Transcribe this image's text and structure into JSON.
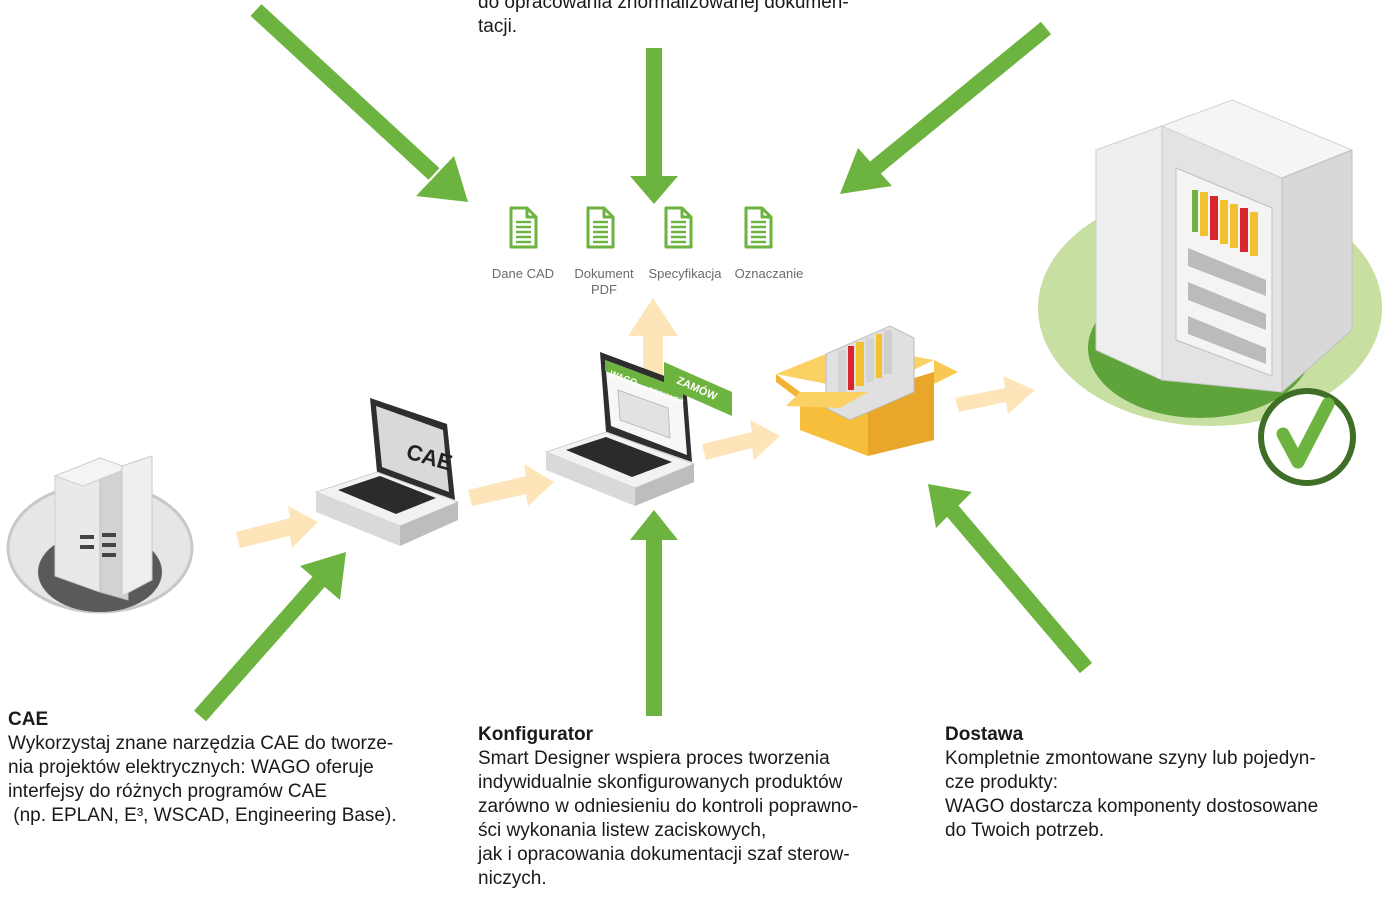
{
  "top_note": {
    "lines": [
      "do opracowania znormalizowanej dokumen-",
      "tacji."
    ]
  },
  "documents": [
    {
      "label": "Dane CAD",
      "icon": "document-icon"
    },
    {
      "label": "Dokument PDF",
      "icon": "document-icon"
    },
    {
      "label": "Specyfikacja",
      "icon": "document-icon"
    },
    {
      "label": "Oznaczanie",
      "icon": "document-icon"
    }
  ],
  "screens": {
    "cae_label": "CAE",
    "wago_label": "WAGO",
    "designer_label": "smart DESIGNER"
  },
  "order_badge": "ZAMÓW",
  "sections": {
    "cae": {
      "title": "CAE",
      "lines": [
        "Wykorzystaj znane narzędzia CAE do tworze-",
        "nia projektów elektrycznych: WAGO oferuje",
        "interfejsy do różnych programów CAE",
        " (np. EPLAN, E³, WSCAD, Engineering Base)."
      ]
    },
    "konfigurator": {
      "title": "Konfigurator",
      "lines": [
        "Smart Designer wspiera proces tworzenia",
        "indywidualnie skonfigurowanych produktów",
        "zarówno w odniesieniu do kontroli poprawno-",
        "ści wykonania listew zaciskowych,",
        "jak i opracowania dokumentacji szaf sterow-",
        "niczych."
      ]
    },
    "dostawa": {
      "title": "Dostawa",
      "lines": [
        "Kompletnie zmontowane szyny lub pojedyn-",
        "cze produkty:",
        "WAGO dostarcza komponenty dostosowane",
        "do Twoich potrzeb."
      ]
    }
  },
  "colors": {
    "arrow_green": "#6db33f",
    "flow_arrow": "#fde5b9",
    "doc_green": "#6db33f",
    "wago_green": "#6db33f",
    "box_yellow": "#f7be3c",
    "ellipse_light_green": "#c7dfa1",
    "ellipse_dark_green": "#5fa43a",
    "check_green": "#6db33f",
    "check_ring": "#3f6e26"
  }
}
